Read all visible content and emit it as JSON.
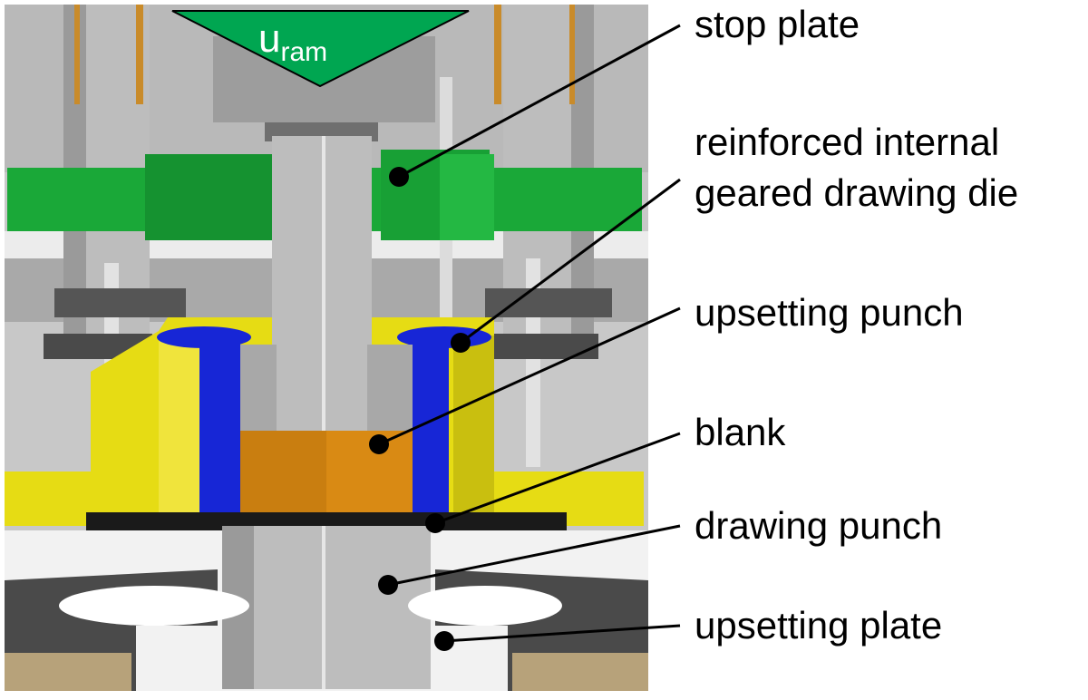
{
  "ram": {
    "symbol": "u",
    "subscript": "ram"
  },
  "labels": {
    "stop_plate": "stop plate",
    "reinforced_line1": "reinforced internal",
    "reinforced_line2": "geared drawing die",
    "upsetting_punch": "upsetting punch",
    "blank": "blank",
    "drawing_punch": "drawing punch",
    "upsetting_plate": "upsetting plate"
  },
  "colors": {
    "green": "#1aa838",
    "yellow": "#e6dc14",
    "blue": "#1726d6",
    "orange": "#d98a14",
    "gray": "#b4b4b4",
    "dark_gray": "#4a4a4a",
    "ram_arrow": "#00a651"
  }
}
